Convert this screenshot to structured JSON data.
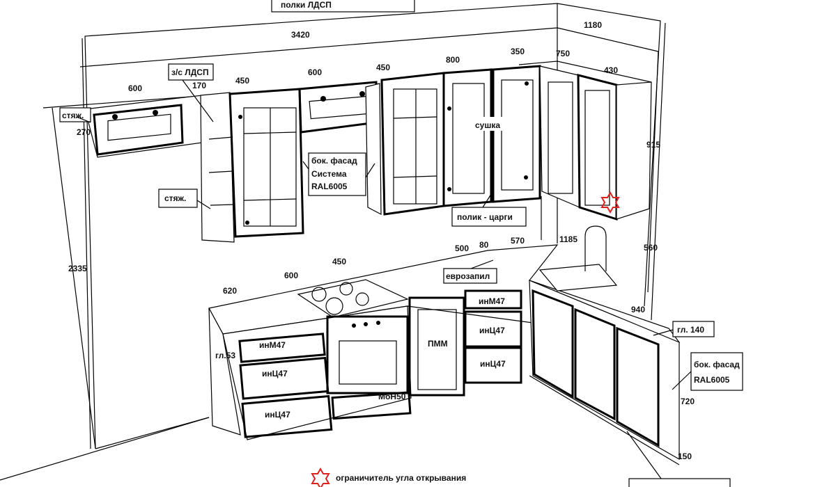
{
  "labels": {
    "polki": "полки ЛДСП",
    "zs": "з/с ЛДСП",
    "styazh1": "стяж.",
    "styazh2": "стяж.",
    "bok_fasad_1": [
      "бок. фасад",
      "Система",
      "RAL6005"
    ],
    "sushka": "сушка",
    "polik": "полик - царги",
    "evrozapil": "еврозапил",
    "gl140": "гл. 140",
    "bok_fasad_2": [
      "бок. фасад",
      "RAL6005"
    ],
    "gl53": "гл.53",
    "inM47_a": "инМ47",
    "inC47_a": "инЦ47",
    "inC47_b": "инЦ47",
    "inM47_b": "инМ47",
    "inC47_c": "инЦ47",
    "inC47_d": "инЦ47",
    "pmm": "ПММ",
    "mbn50": "МбН50",
    "legend": "ограничитель угла открывания"
  },
  "dimensions": {
    "total_left": "3420",
    "total_right": "1180",
    "height_total": "2335",
    "upper_1": "600",
    "upper_open": "170",
    "upper_2": "450",
    "upper_3": "600",
    "upper_4": "450",
    "upper_5": "800",
    "upper_corner": "350",
    "upper_6": "750",
    "upper_7": "430",
    "upper_h": "270",
    "upper_right_h": "915",
    "lower_1": "620",
    "lower_2": "600",
    "lower_3": "450",
    "lower_4": "500",
    "lower_5": "80",
    "lower_6": "570",
    "lower_7": "1185",
    "lower_8": "560",
    "lower_9": "940",
    "lower_h": "720",
    "plinth": "150"
  },
  "colors": {
    "limiter": "#e0201c"
  }
}
